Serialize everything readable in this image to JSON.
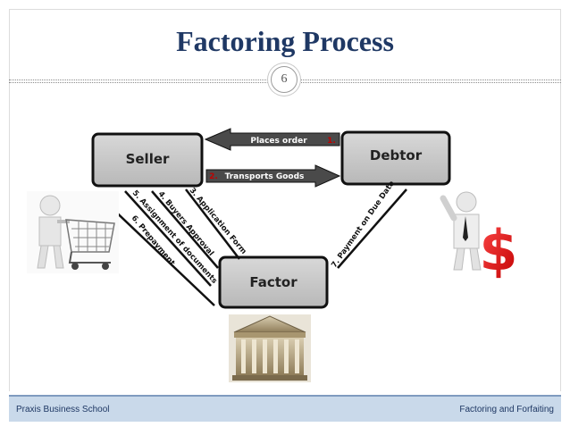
{
  "slide": {
    "title": "Factoring Process",
    "page_number": "6"
  },
  "nodes": {
    "seller": "Seller",
    "debtor": "Debtor",
    "factor": "Factor"
  },
  "steps": {
    "s1": "1. Places order",
    "s1_num": "1.",
    "s1_text": "Places order",
    "s2_num": "2.",
    "s2_text": "Transports Goods",
    "s3": "3. Application Form",
    "s4": "4. Buyers Approval",
    "s5": "5. Assignment of documents",
    "s6": "6. Prepayment",
    "s7": "7. Payment on Due Date"
  },
  "footer": {
    "left": "Praxis Business School",
    "right": "Factoring and Forfaiting"
  },
  "colors": {
    "title": "#1f3864",
    "box_fill": "#c8c8c8",
    "footer_bg": "#c9d9ea",
    "step_number": "#c00000"
  }
}
